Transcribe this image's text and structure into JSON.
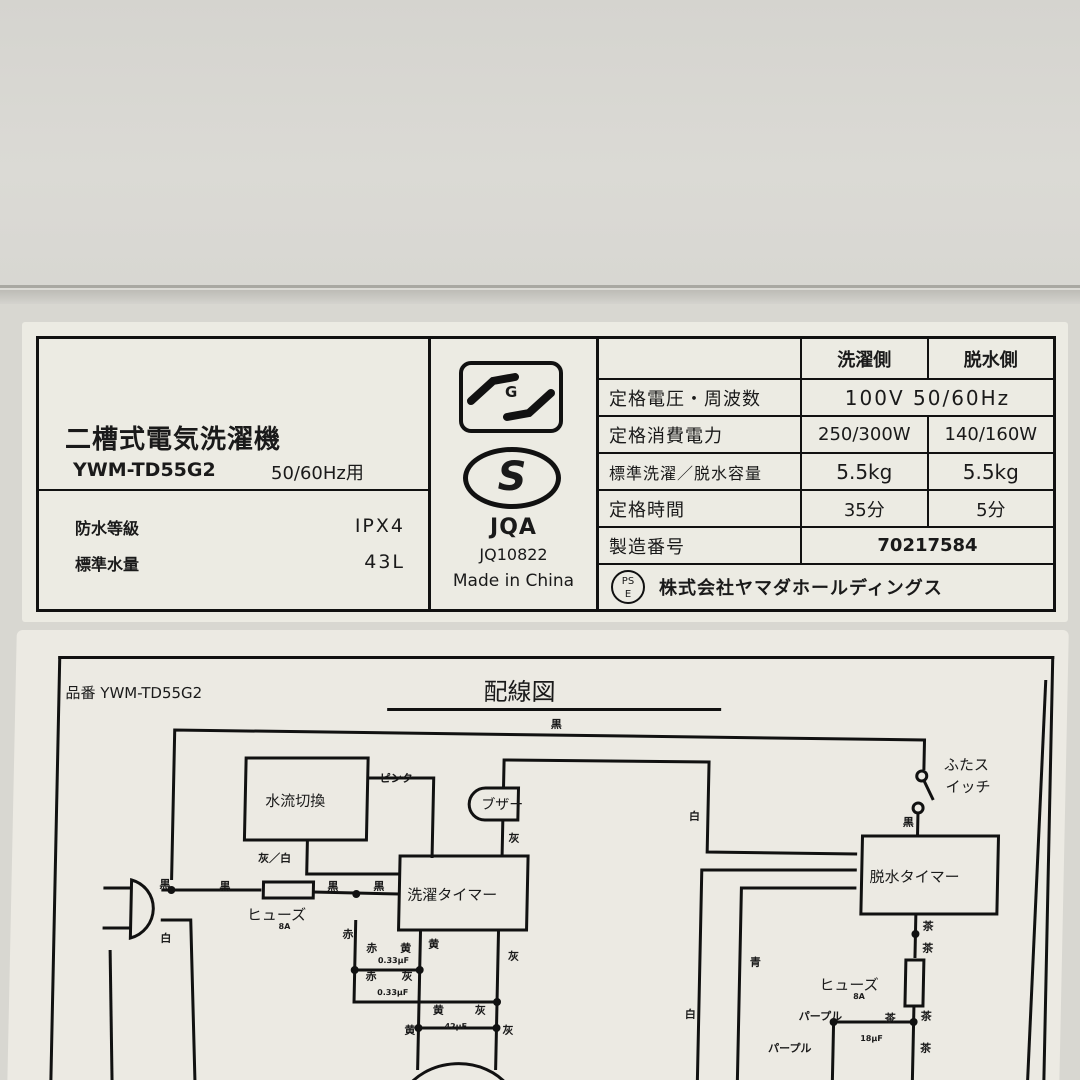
{
  "rating_plate": {
    "product_name": "二槽式電気洗濯機",
    "model": "YWM-TD55G2",
    "frequency_use": "50/60Hz用",
    "specs_left": [
      {
        "label": "防水等級",
        "value": "IPX4"
      },
      {
        "label": "標準水量",
        "value": "43L"
      }
    ],
    "certification": {
      "g_mark": "G",
      "s_mark": "S",
      "jqa_label": "JQA",
      "jqa_number": "JQ10822",
      "origin": "Made in China"
    },
    "table": {
      "headers": [
        "",
        "洗濯側",
        "脱水側"
      ],
      "rows": [
        {
          "label": "定格電圧・周波数",
          "value": "100V 50/60Hz"
        },
        {
          "label": "定格消費電力",
          "wash": "250/300W",
          "spin": "140/160W"
        },
        {
          "label": "標準洗濯／脱水容量",
          "wash": "5.5kg",
          "spin": "5.5kg"
        },
        {
          "label": "定格時間",
          "wash": "35分",
          "spin": "5分"
        },
        {
          "label": "製造番号",
          "value": "70217584"
        }
      ]
    },
    "pse_mark": {
      "top": "PS",
      "bottom": "E"
    },
    "manufacturer": "株式会社ヤマダホールディングス"
  },
  "wiring_diagram": {
    "model_label": "品番 YWM-TD55G2",
    "title": "配線図",
    "components": {
      "water_flow_switch": "水流切換",
      "buzzer": "ブザー",
      "wash_timer": "洗濯タイマー",
      "spin_timer": "脱水タイマー",
      "lid_switch": [
        "ふたス",
        "イッチ"
      ],
      "fuse_wash": "ヒューズ",
      "fuse_wash_rating": "8A",
      "fuse_spin": "ヒューズ",
      "fuse_spin_rating": "8A"
    },
    "wire_labels": {
      "black": "黒",
      "white": "白",
      "pink": "ピンク",
      "gray": "灰",
      "gray_white": "灰／白",
      "red": "赤",
      "yellow": "黄",
      "brown": "茶",
      "blue": "青",
      "purple": "パープル"
    },
    "capacitors": [
      "0.33μF",
      "0.33μF",
      "42μF",
      "18μF"
    ]
  }
}
